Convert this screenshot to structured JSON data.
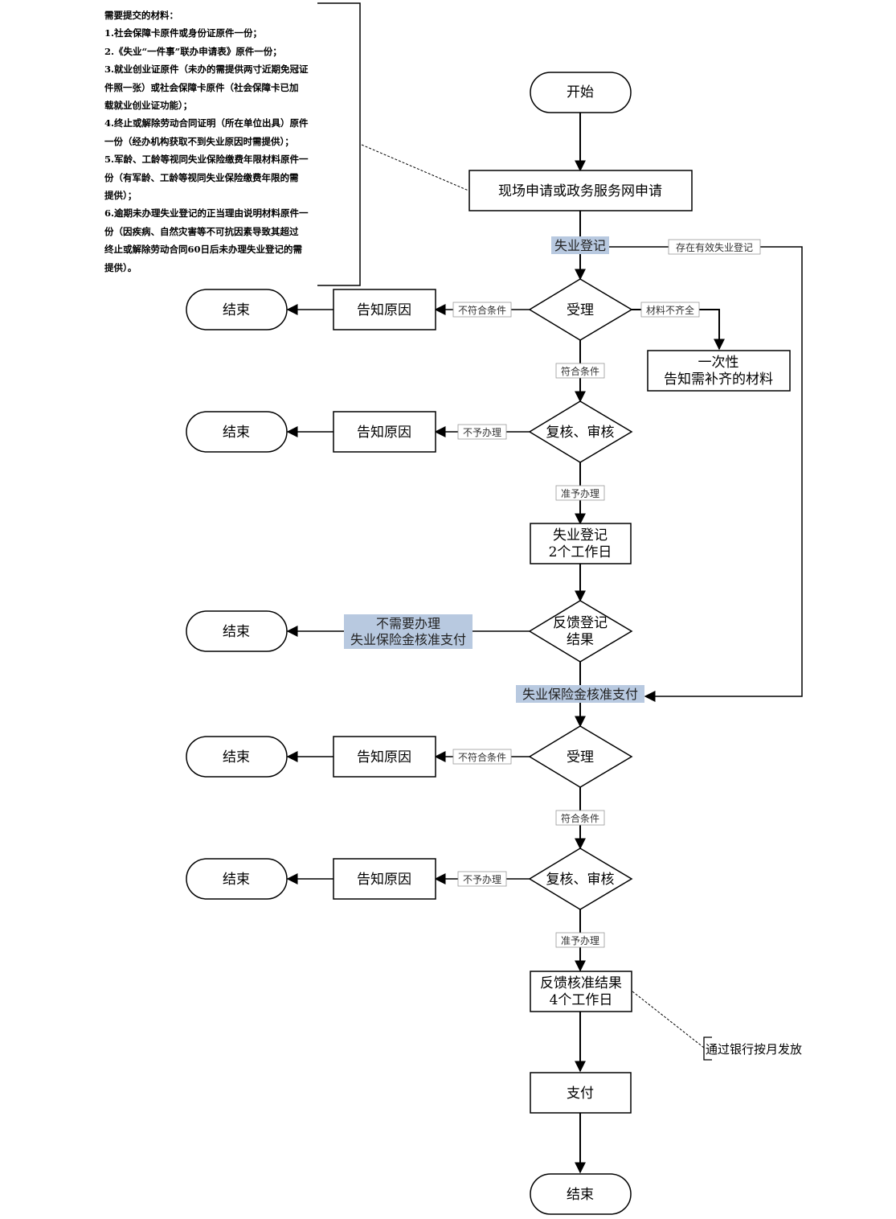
{
  "note": {
    "title": "需要提交的材料：",
    "items": [
      "1.社会保障卡原件或身份证原件一份；",
      "2.《失业“一件事”联办申请表》原件一份；",
      "3.就业创业证原件（未办的需提供两寸近期免冠证\n件照一张）或社会保障卡原件（社会保障卡已加\n载就业创业证功能）；",
      "4.终止或解除劳动合同证明（所在单位出具）原件\n一份（经办机构获取不到失业原因时需提供）；",
      "5.军龄、工龄等视同失业保险缴费年限材料原件一\n份（有军龄、工龄等视同失业保险缴费年限的需\n提供）；",
      "6.逾期未办理失业登记的正当理由说明材料原件一\n份（因疾病、自然灾害等不可抗因素导致其超过\n终止或解除劳动合同60日后未办理失业登记的需\n提供）。"
    ]
  },
  "nodes": {
    "start": "开始",
    "apply": "现场申请或政务服务网申请",
    "stage1": "失业登记",
    "accept1": "受理",
    "notify1": "告知原因",
    "end1": "结束",
    "supplement": [
      "一次性",
      "告知需补齐的材料"
    ],
    "review1": "复核、审核",
    "notify2": "告知原因",
    "end2": "结束",
    "register": [
      "失业登记",
      "2个工作日"
    ],
    "feedback1": [
      "反馈登记",
      "结果"
    ],
    "no_need": [
      "不需要办理",
      "失业保险金核准支付"
    ],
    "end3": "结束",
    "stage2": "失业保险金核准支付",
    "accept2": "受理",
    "notify3": "告知原因",
    "end4": "结束",
    "review2": "复核、审核",
    "notify4": "告知原因",
    "end5": "结束",
    "feedback2": [
      "反馈核准结果",
      "4个工作日"
    ],
    "bank_note": "通过银行按月发放",
    "pay": "支付",
    "end6": "结束"
  },
  "edges": {
    "existing_registration": "存在有效失业登记",
    "not_eligible_1": "不符合条件",
    "incomplete": "材料不齐全",
    "eligible_1": "符合条件",
    "not_approved_1": "不予办理",
    "approved_1": "准予办理",
    "not_eligible_2": "不符合条件",
    "eligible_2": "符合条件",
    "not_approved_2": "不予办理",
    "approved_2": "准予办理"
  },
  "colors": {
    "line": "#000000",
    "band_fill": "#b8c9e0",
    "label_bg": "#ffffff",
    "label_border": "#9a9a9a"
  }
}
